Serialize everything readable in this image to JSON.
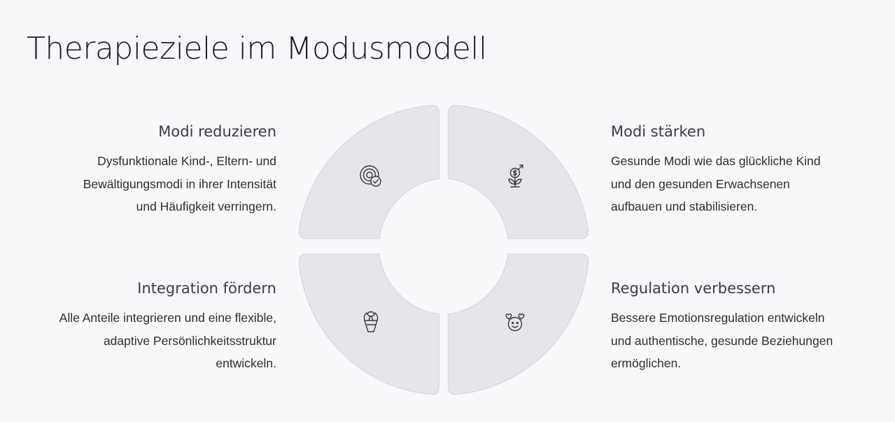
{
  "title": "Therapieziele im Modusmodell",
  "quadrants": {
    "top_left": {
      "heading": "Modi reduzieren",
      "lines": [
        "Dysfunktionale Kind-, Eltern- und",
        "Bewältigungsmodi in ihrer Intensität",
        "und Häufigkeit verringern."
      ],
      "icon": "target-check-icon"
    },
    "top_right": {
      "heading": "Modi stärken",
      "lines": [
        "Gesunde Modi wie das glückliche Kind",
        "und den gesunden Erwachsenen",
        "aufbauen und stabilisieren."
      ],
      "icon": "growth-money-plant-icon"
    },
    "bottom_left": {
      "heading": "Integration fördern",
      "lines": [
        "Alle Anteile integrieren und eine flexible,",
        "adaptive Persönlichkeitsstruktur",
        "entwickeln."
      ],
      "icon": "flower-bouquet-icon"
    },
    "bottom_right": {
      "heading": "Regulation verbessern",
      "lines": [
        "Bessere Emotionsregulation entwickeln",
        "und authentische, gesunde Beziehungen",
        "ermöglichen."
      ],
      "icon": "smiley-hearts-icon"
    }
  },
  "colors": {
    "segment_fill": "#e6e6ea",
    "segment_stroke": "#d7d7dc",
    "background": "#f8f8fb"
  }
}
